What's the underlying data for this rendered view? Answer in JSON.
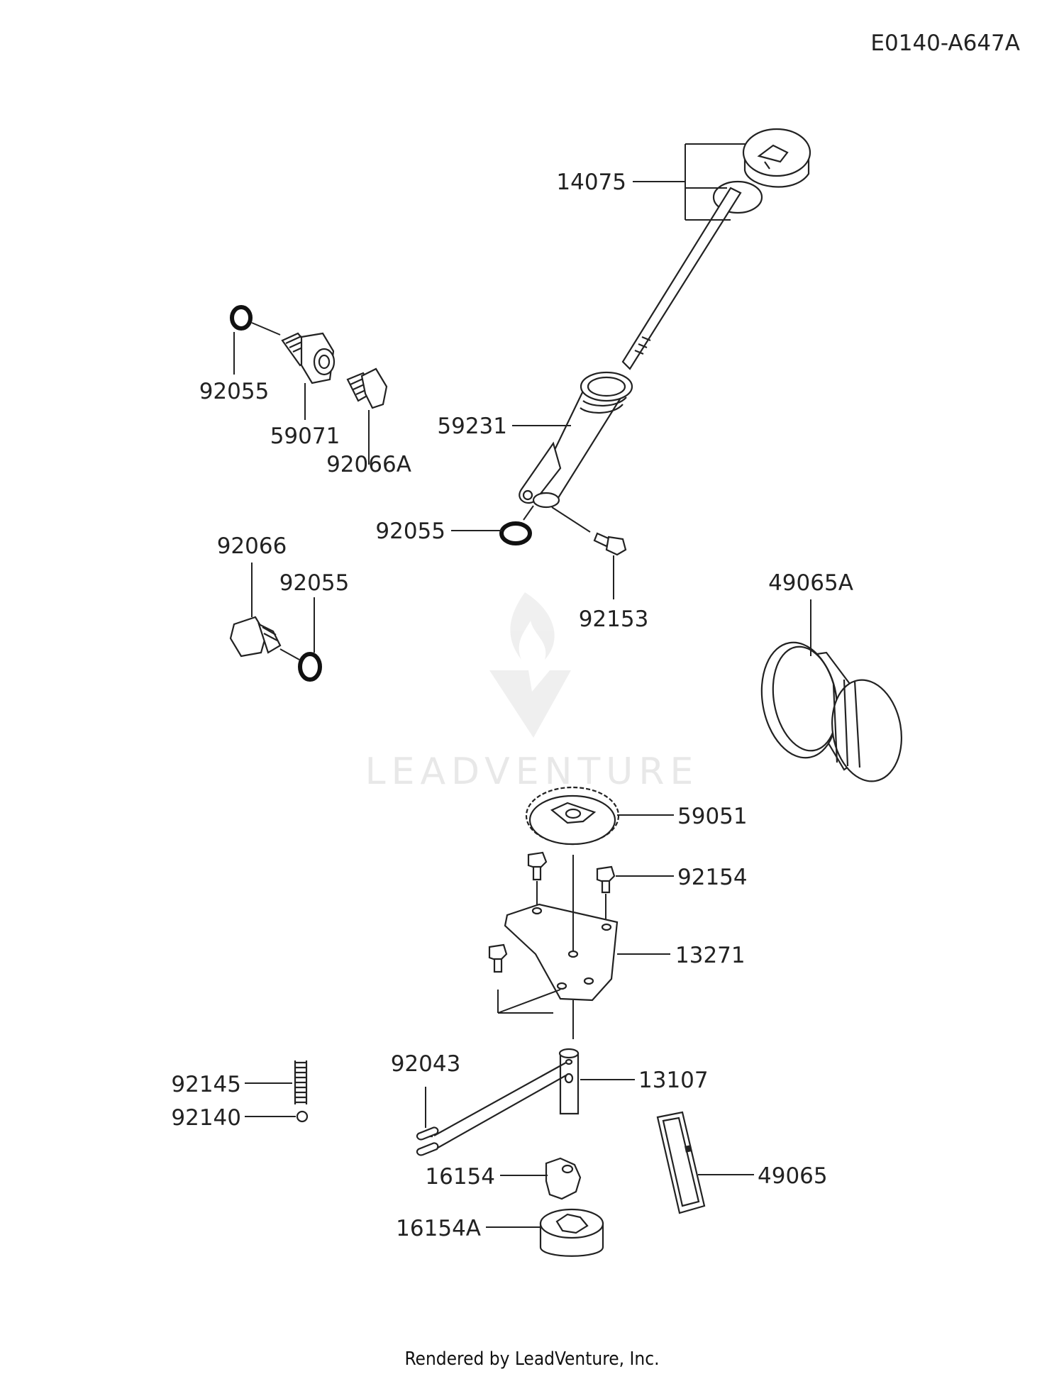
{
  "diagram_code": "E0140-A647A",
  "footer": "Rendered by LeadVenture, Inc.",
  "watermark": "LEADVENTURE",
  "callouts": {
    "dipstick": "14075",
    "oring_top_left": "92055",
    "fitting": "59071",
    "plug_a": "92066A",
    "filler_tube": "59231",
    "oring_tube": "92055",
    "tube_bolt": "92153",
    "plug": "92066",
    "oring_plug": "92055",
    "oil_filter": "49065A",
    "gear": "59051",
    "cover_bolt": "92154",
    "cover": "13271",
    "spring": "92145",
    "ball": "92140",
    "pin": "92043",
    "shaft": "13107",
    "rotor_inner": "16154",
    "rotor_outer": "16154A",
    "gasket": "49065"
  }
}
